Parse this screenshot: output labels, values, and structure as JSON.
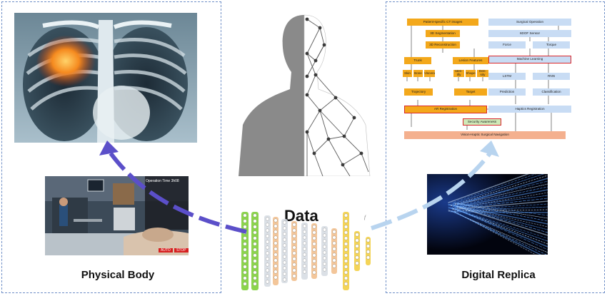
{
  "captions": {
    "physical": "Physical Body",
    "data": "Data",
    "digital": "Digital Replica"
  },
  "surgery_photo": {
    "screen_text": "Operation Time 3h08",
    "buttons": [
      "AUTO",
      "STOP"
    ]
  },
  "flowchart": {
    "nodes": {
      "ct": "Patient-specific CT images",
      "seg": "3D Segmentation",
      "recon": "3D Reconstruction",
      "trunk": "Trunk",
      "lesion": "Lesion Features",
      "skin": "Skin",
      "bone": "Bone",
      "viscera": "Viscera",
      "identify": "Iden-tify",
      "shape": "Shape",
      "density": "Den-sity",
      "trajectory": "Trajectory",
      "target": "Target",
      "ar": "AR Registration",
      "security": "Security Awareness",
      "nav": "Vision-Haptic Surgical Navigation",
      "op": "Surgical Operation",
      "sensor": "6DOF Sensor",
      "force": "Force",
      "torque": "Torque",
      "ml": "Machine Learning",
      "lstm": "LSTM",
      "rnn": "RNN",
      "prediction": "Prediction",
      "classification": "Classification",
      "haptics": "Haptics Registration"
    }
  },
  "colors": {
    "panel_border": "#6f8fc7",
    "arrow_physical": "#5b4fc9",
    "arrow_digital": "#b8d4ef",
    "flow_orange": "#f3a81b",
    "flow_blue": "#c8dcf4",
    "flow_red": "#d9262b"
  },
  "icons": [
    "xray-image",
    "human-silhouette-icon",
    "network-mesh-icon",
    "binary-tunnel-image",
    "neural-network-diagram"
  ]
}
